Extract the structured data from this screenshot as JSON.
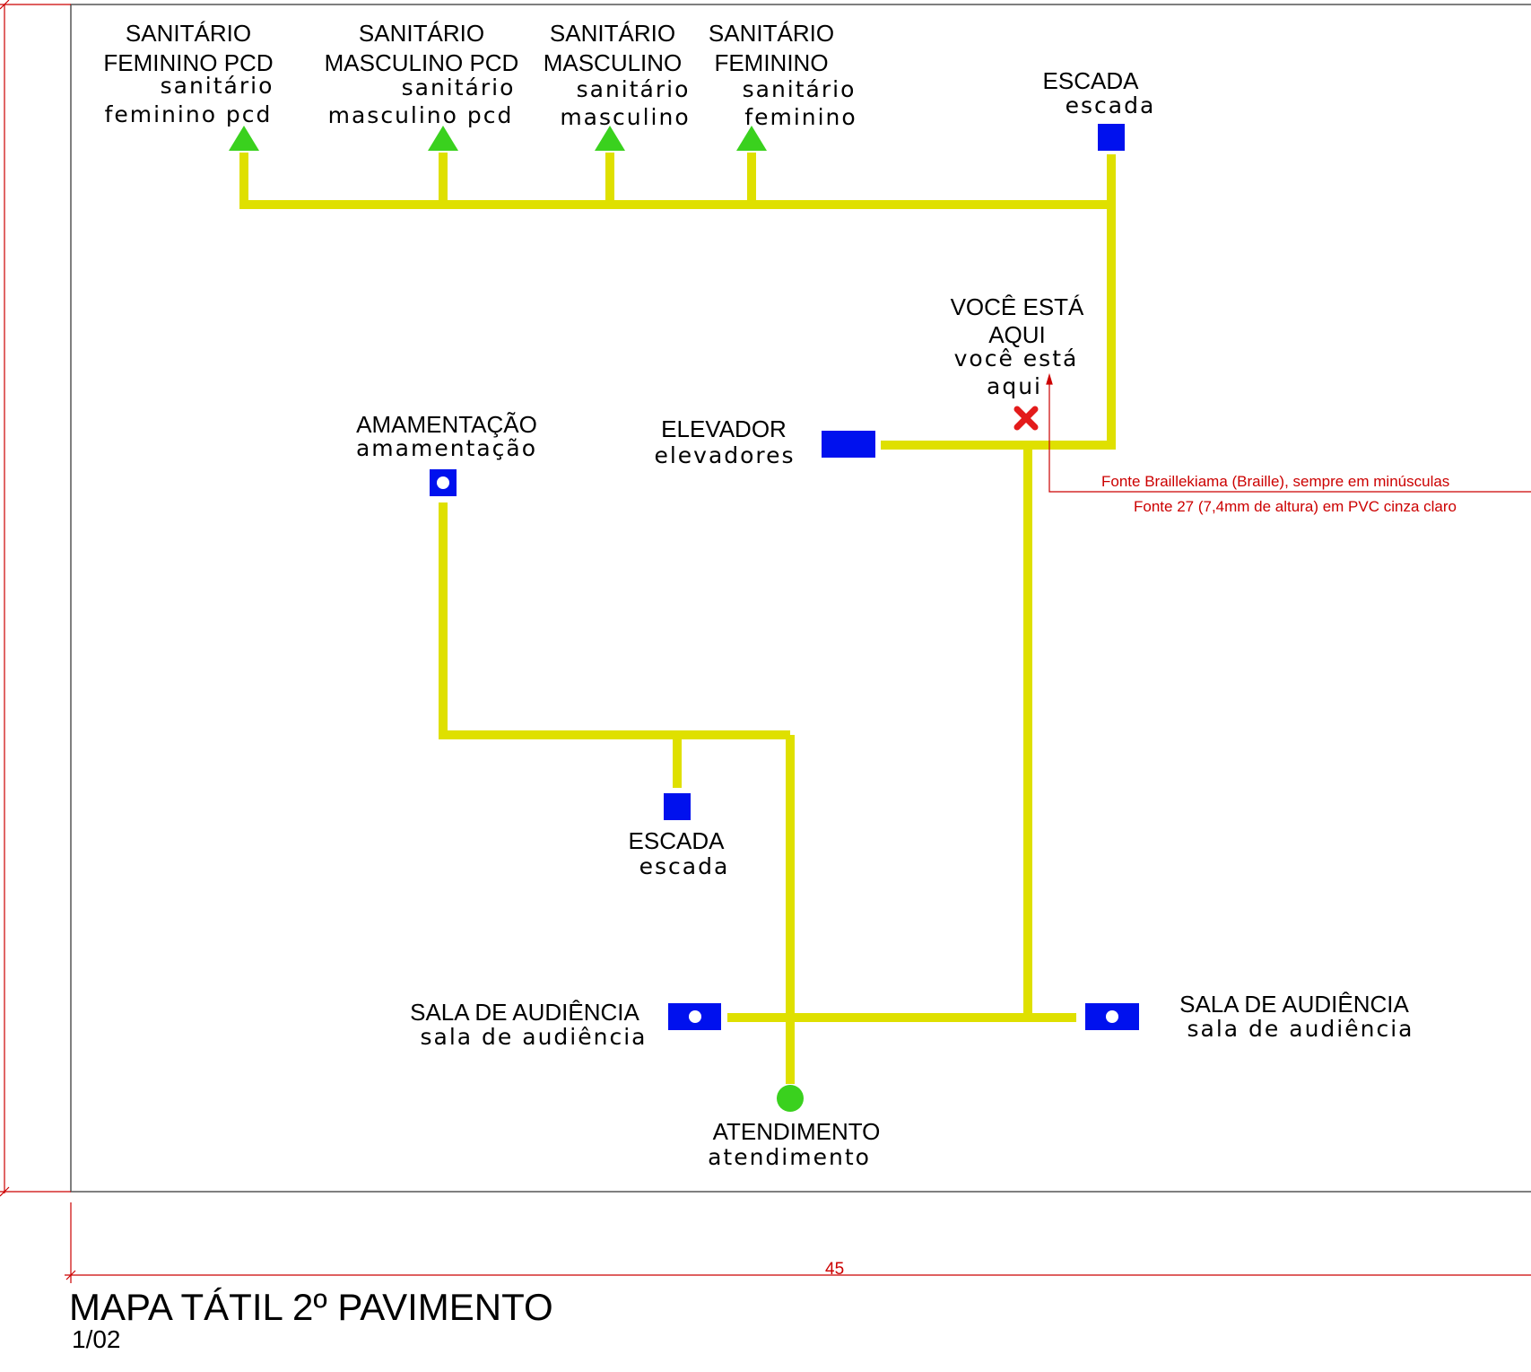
{
  "colors": {
    "path": "#dfe000",
    "green_marker": "#3ad11e",
    "blue_marker": "#0011ee",
    "you_are_here": "#e31b1b",
    "annotation": "#cc0000",
    "border": "#555555"
  },
  "locations": {
    "sanitario_feminino_pcd": {
      "label_line1": "SANITÁRIO",
      "label_line2": "FEMININO PCD",
      "braille_line1": "sanitário",
      "braille_line2": "feminino pcd",
      "icon": "green-triangle-icon"
    },
    "sanitario_masculino_pcd": {
      "label_line1": "SANITÁRIO",
      "label_line2": "MASCULINO PCD",
      "braille_line1": "sanitário",
      "braille_line2": "masculino pcd",
      "icon": "green-triangle-icon"
    },
    "sanitario_masculino": {
      "label_line1": "SANITÁRIO",
      "label_line2": "MASCULINO",
      "braille_line1": "sanitário",
      "braille_line2": "masculino",
      "icon": "green-triangle-icon"
    },
    "sanitario_feminino": {
      "label_line1": "SANITÁRIO",
      "label_line2": "FEMININO",
      "braille_line1": "sanitário",
      "braille_line2": "feminino",
      "icon": "green-triangle-icon"
    },
    "escada_top": {
      "label": "ESCADA",
      "braille": "escada",
      "icon": "blue-square-icon"
    },
    "voce_esta_aqui": {
      "label_line1": "VOCÊ ESTÁ",
      "label_line2": "AQUI",
      "braille_line1": "você está",
      "braille_line2": "aqui",
      "icon": "red-x-icon"
    },
    "elevador": {
      "label": "ELEVADOR",
      "braille": "elevadores",
      "icon": "blue-rectangle-icon"
    },
    "amamentacao": {
      "label": "AMAMENTAÇÃO",
      "braille": "amamentação",
      "icon": "blue-square-dot-icon"
    },
    "escada_mid": {
      "label": "ESCADA",
      "braille": "escada",
      "icon": "blue-square-icon"
    },
    "sala_audiencia_left": {
      "label": "SALA DE AUDIÊNCIA",
      "braille": "sala de audiência",
      "icon": "blue-rectangle-dot-icon"
    },
    "sala_audiencia_right": {
      "label": "SALA DE AUDIÊNCIA",
      "braille": "sala de audiência",
      "icon": "blue-rectangle-dot-icon"
    },
    "atendimento": {
      "label": "ATENDIMENTO",
      "braille": "atendimento",
      "icon": "green-circle-icon"
    }
  },
  "annotation": {
    "line1": "Fonte Braillekiama (Braille), sempre em minúsculas",
    "line2": "Fonte 27 (7,4mm de altura) em PVC cinza claro"
  },
  "dimension": {
    "width_label": "45"
  },
  "drawing": {
    "title": "MAPA TÁTIL 2º PAVIMENTO",
    "scale": "1/02"
  }
}
